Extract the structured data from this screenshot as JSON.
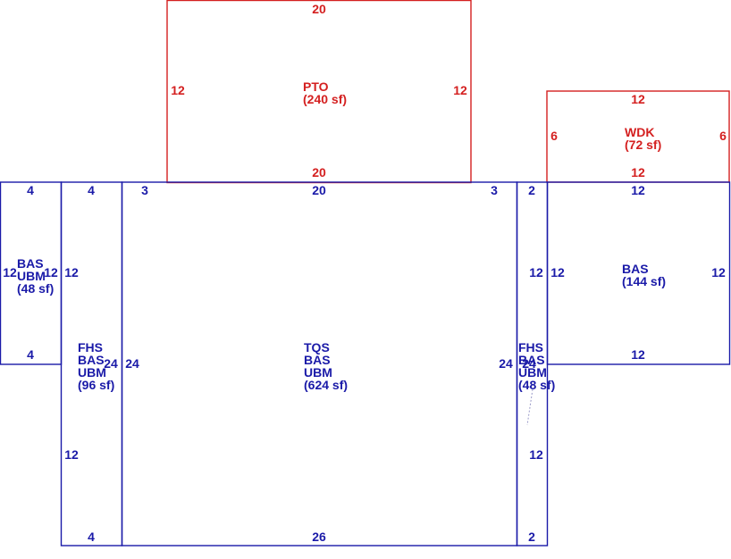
{
  "colors": {
    "living": "#1a1aa8",
    "exterior": "#d42020"
  },
  "areas": {
    "pto": {
      "lines": [
        "PTO",
        "(240 sf)"
      ],
      "dims": [
        "20",
        "12",
        "12",
        "20"
      ]
    },
    "wdk": {
      "lines": [
        "WDK",
        "(72 sf)"
      ],
      "dims": [
        "12",
        "6",
        "6",
        "12"
      ]
    },
    "left_bas": {
      "lines": [
        "BAS",
        "UBM",
        "(48 sf)"
      ],
      "dims": [
        "4",
        "12",
        "12",
        "4"
      ]
    },
    "left_fhs": {
      "lines": [
        "FHS",
        "BAS",
        "UBM",
        "(96 sf)"
      ],
      "dims": [
        "4",
        "12",
        "24",
        "12",
        "4"
      ]
    },
    "main_tqs": {
      "lines": [
        "TQS",
        "BAS",
        "UBM",
        "(624 sf)"
      ],
      "dims": [
        "3",
        "20",
        "3",
        "24",
        "24",
        "26"
      ]
    },
    "right_fhs": {
      "lines": [
        "FHS",
        "BAS",
        "UBM",
        "(48 sf)"
      ],
      "dims": [
        "2",
        "12",
        "24",
        "12",
        "2"
      ]
    },
    "right_bas": {
      "lines": [
        "BAS",
        "(144 sf)"
      ],
      "dims": [
        "12",
        "12",
        "12",
        "12"
      ]
    }
  }
}
